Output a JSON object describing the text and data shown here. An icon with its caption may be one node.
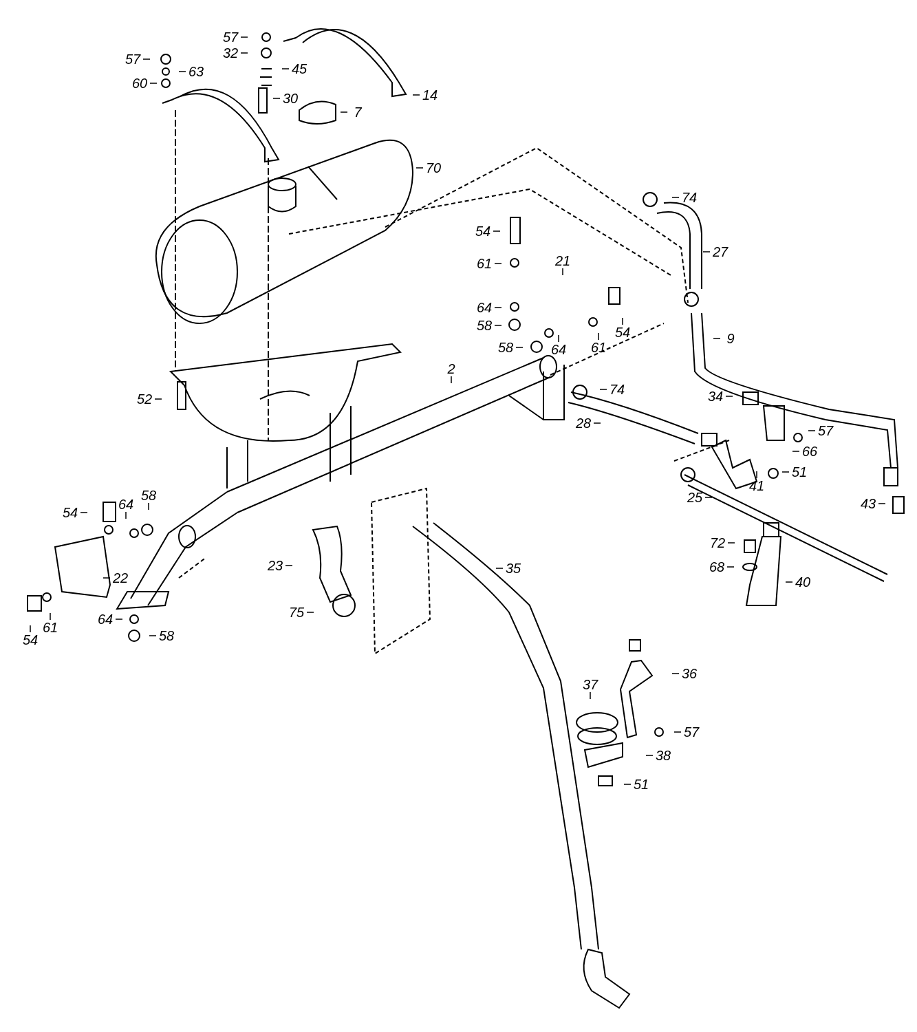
{
  "diagram": {
    "nodes": [
      {
        "text": [
          "57"
        ]
      },
      {
        "text": [
          "32"
        ]
      },
      {
        "text": [
          "57"
        ]
      },
      {
        "text": [
          "45"
        ]
      },
      {
        "text": [
          "63"
        ]
      },
      {
        "text": [
          "60"
        ]
      },
      {
        "text": [
          "14"
        ]
      },
      {
        "text": [
          "30"
        ]
      },
      {
        "text": [
          "7"
        ]
      },
      {
        "text": [
          "70"
        ]
      },
      {
        "text": [
          "74"
        ]
      },
      {
        "text": [
          "54"
        ]
      },
      {
        "text": [
          "27"
        ]
      },
      {
        "text": [
          "21"
        ]
      },
      {
        "text": [
          "61"
        ]
      },
      {
        "text": [
          "64"
        ]
      },
      {
        "text": [
          "58"
        ]
      },
      {
        "text": [
          "54"
        ]
      },
      {
        "text": [
          "9"
        ]
      },
      {
        "text": [
          "58"
        ]
      },
      {
        "text": [
          "64"
        ]
      },
      {
        "text": [
          "61"
        ]
      },
      {
        "text": [
          "2"
        ]
      },
      {
        "text": [
          "74"
        ]
      },
      {
        "text": [
          "34"
        ]
      },
      {
        "text": [
          "52"
        ]
      },
      {
        "text": [
          "28"
        ]
      },
      {
        "text": [
          "57"
        ]
      },
      {
        "text": [
          "66"
        ]
      },
      {
        "text": [
          "51"
        ]
      },
      {
        "text": [
          "41"
        ]
      },
      {
        "text": [
          "58"
        ]
      },
      {
        "text": [
          "25"
        ]
      },
      {
        "text": [
          "64"
        ]
      },
      {
        "text": [
          "43"
        ]
      },
      {
        "text": [
          "54"
        ]
      },
      {
        "text": [
          "72"
        ]
      },
      {
        "text": [
          "23"
        ]
      },
      {
        "text": [
          "68"
        ]
      },
      {
        "text": [
          "35"
        ]
      },
      {
        "text": [
          "22"
        ]
      },
      {
        "text": [
          "40"
        ]
      },
      {
        "text": [
          "75"
        ]
      },
      {
        "text": [
          "64"
        ]
      },
      {
        "text": [
          "61"
        ]
      },
      {
        "text": [
          "58"
        ]
      },
      {
        "text": [
          "54"
        ]
      },
      {
        "text": [
          "36"
        ]
      },
      {
        "text": [
          "37"
        ]
      },
      {
        "text": [
          "57"
        ]
      },
      {
        "text": [
          "38"
        ]
      },
      {
        "text": [
          "51"
        ]
      }
    ],
    "edges": [
      {
        "from": 0,
        "to": null,
        "arrow": "none"
      },
      {
        "from": 1,
        "to": null,
        "arrow": "none"
      },
      {
        "from": 2,
        "to": null,
        "arrow": "none"
      },
      {
        "from": 3,
        "to": null,
        "arrow": "none"
      },
      {
        "from": 4,
        "to": null,
        "arrow": "none"
      },
      {
        "from": 5,
        "to": null,
        "arrow": "none"
      },
      {
        "from": 6,
        "to": null,
        "arrow": "none"
      },
      {
        "from": 7,
        "to": null,
        "arrow": "none"
      },
      {
        "from": 8,
        "to": null,
        "arrow": "none"
      },
      {
        "from": 9,
        "to": null,
        "arrow": "none"
      },
      {
        "from": 10,
        "to": null,
        "arrow": "none"
      },
      {
        "from": 11,
        "to": null,
        "arrow": "none"
      },
      {
        "from": 12,
        "to": null,
        "arrow": "none"
      },
      {
        "from": 13,
        "to": null,
        "arrow": "none"
      },
      {
        "from": 14,
        "to": null,
        "arrow": "none"
      },
      {
        "from": 15,
        "to": null,
        "arrow": "none"
      },
      {
        "from": 16,
        "to": null,
        "arrow": "none"
      },
      {
        "from": 17,
        "to": null,
        "arrow": "none"
      },
      {
        "from": 18,
        "to": null,
        "arrow": "none"
      },
      {
        "from": 19,
        "to": null,
        "arrow": "none"
      },
      {
        "from": 20,
        "to": null,
        "arrow": "none"
      },
      {
        "from": 21,
        "to": null,
        "arrow": "none"
      },
      {
        "from": 22,
        "to": null,
        "arrow": "none"
      },
      {
        "from": 23,
        "to": null,
        "arrow": "none"
      },
      {
        "from": 24,
        "to": null,
        "arrow": "none"
      },
      {
        "from": 25,
        "to": null,
        "arrow": "none"
      },
      {
        "from": 26,
        "to": null,
        "arrow": "none"
      },
      {
        "from": 27,
        "to": null,
        "arrow": "none"
      },
      {
        "from": 28,
        "to": null,
        "arrow": "none"
      },
      {
        "from": 29,
        "to": null,
        "arrow": "none"
      },
      {
        "from": 30,
        "to": null,
        "arrow": "none"
      },
      {
        "from": 31,
        "to": null,
        "arrow": "none"
      },
      {
        "from": 32,
        "to": null,
        "arrow": "none"
      },
      {
        "from": 33,
        "to": null,
        "arrow": "none"
      },
      {
        "from": 34,
        "to": null,
        "arrow": "none"
      },
      {
        "from": 35,
        "to": null,
        "arrow": "none"
      },
      {
        "from": 36,
        "to": null,
        "arrow": "none"
      },
      {
        "from": 37,
        "to": null,
        "arrow": "none"
      },
      {
        "from": 38,
        "to": null,
        "arrow": "none"
      },
      {
        "from": 39,
        "to": null,
        "arrow": "none"
      },
      {
        "from": 40,
        "to": null,
        "arrow": "none"
      },
      {
        "from": 41,
        "to": null,
        "arrow": "none"
      },
      {
        "from": 42,
        "to": null,
        "arrow": "none"
      },
      {
        "from": 43,
        "to": null,
        "arrow": "none"
      },
      {
        "from": 44,
        "to": null,
        "arrow": "none"
      },
      {
        "from": 45,
        "to": null,
        "arrow": "none"
      },
      {
        "from": 46,
        "to": null,
        "arrow": "none"
      },
      {
        "from": 47,
        "to": null,
        "arrow": "none"
      },
      {
        "from": 48,
        "to": null,
        "arrow": "none"
      },
      {
        "from": 49,
        "to": null,
        "arrow": "none"
      },
      {
        "from": 50,
        "to": null,
        "arrow": "none"
      },
      {
        "from": 51,
        "to": null,
        "arrow": "none"
      }
    ]
  }
}
